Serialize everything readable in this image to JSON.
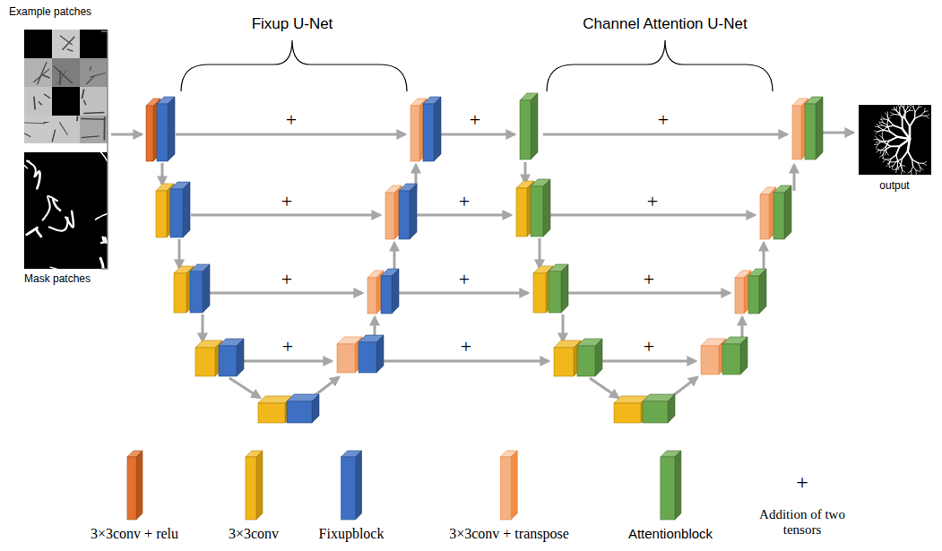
{
  "diagram": {
    "nodes": [
      {
        "text": [
          "Example patches"
        ]
      },
      {
        "text": [
          "Mask patches"
        ]
      },
      {
        "text": [
          "output"
        ]
      }
    ],
    "labels": [
      "Fixup U-Net",
      "Channel Attention U-Net",
      "+",
      "+",
      "+",
      "+",
      "+",
      "+",
      "+",
      "+",
      "+",
      "+",
      "+",
      "+",
      "+"
    ],
    "legend": [
      {
        "text": "3×3conv + relu",
        "color": "#e2702e"
      },
      {
        "text": "3×3conv",
        "color": "#f2b71b"
      },
      {
        "text": "Fixupblock",
        "color": "#3d6fc2"
      },
      {
        "text": "3×3conv + transpose",
        "color": "#f4b183"
      },
      {
        "text": "Attentionblock",
        "color": "#6aa84f"
      },
      {
        "text": "Addition of two tensors"
      }
    ]
  }
}
